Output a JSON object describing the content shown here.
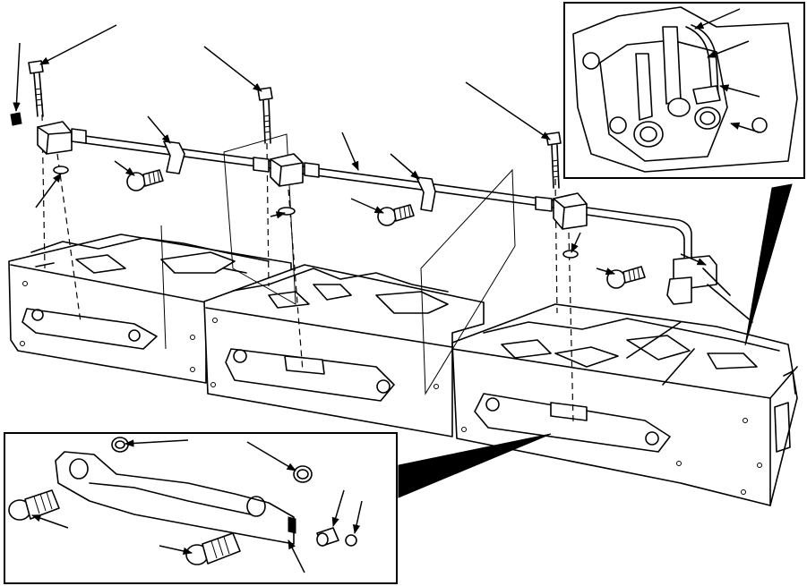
{
  "figure": {
    "kind": "exploded-view line drawing",
    "background": "#ffffff",
    "ink": "#000000",
    "callout_count": 18,
    "insets": [
      {
        "id": "valve-detail",
        "position": "top-right"
      },
      {
        "id": "rocker-bracket-detail",
        "position": "bottom-left"
      }
    ]
  }
}
